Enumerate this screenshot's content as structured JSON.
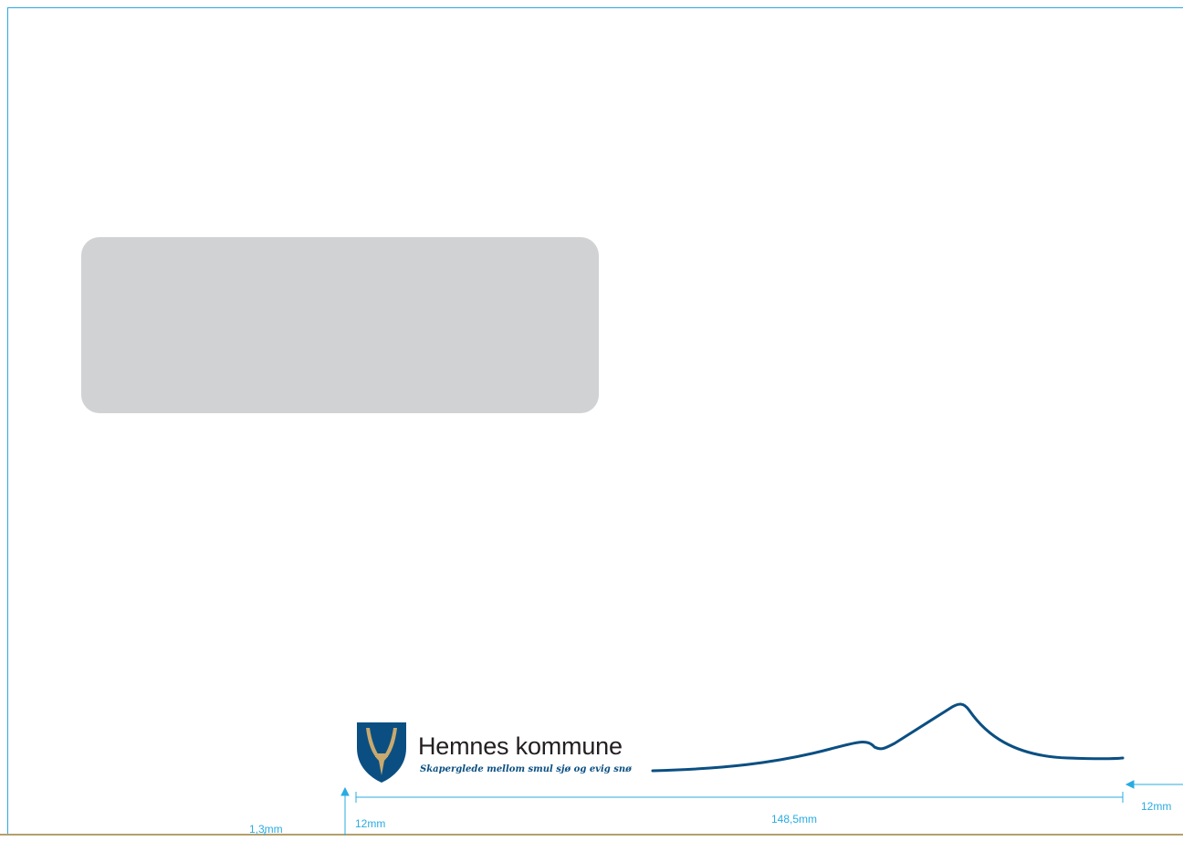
{
  "logo": {
    "name": "Hemnes kommune",
    "slogan": "Skaperglede mellom smul sjø og evig snø"
  },
  "dimensions": {
    "bottom_margin": "1,3mm",
    "left_offset": "12mm",
    "logo_width": "148,5mm",
    "right_offset": "12mm"
  },
  "colors": {
    "guide": "#29abe2",
    "brand_blue": "#0b4f82",
    "gold": "#b3a06b",
    "window": "#d1d2d4"
  }
}
